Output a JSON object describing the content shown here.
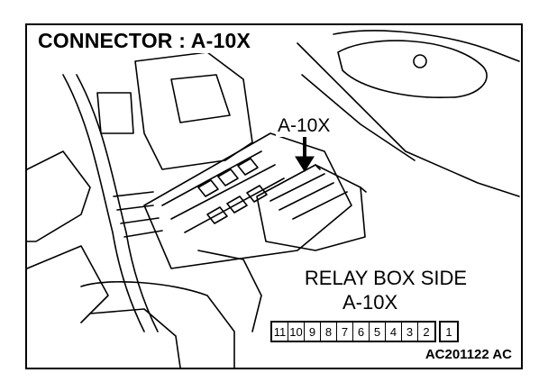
{
  "title": "CONNECTOR : A-10X",
  "callout_label": "A-10X",
  "relay_box": {
    "title": "RELAY BOX SIDE",
    "subtitle": "A-10X"
  },
  "connector_pins": [
    [
      "11",
      "10",
      "9",
      "8",
      "7",
      "6",
      "5",
      "4",
      "3",
      "2"
    ],
    [
      "1"
    ]
  ],
  "figure_code": "AC201122 AC"
}
